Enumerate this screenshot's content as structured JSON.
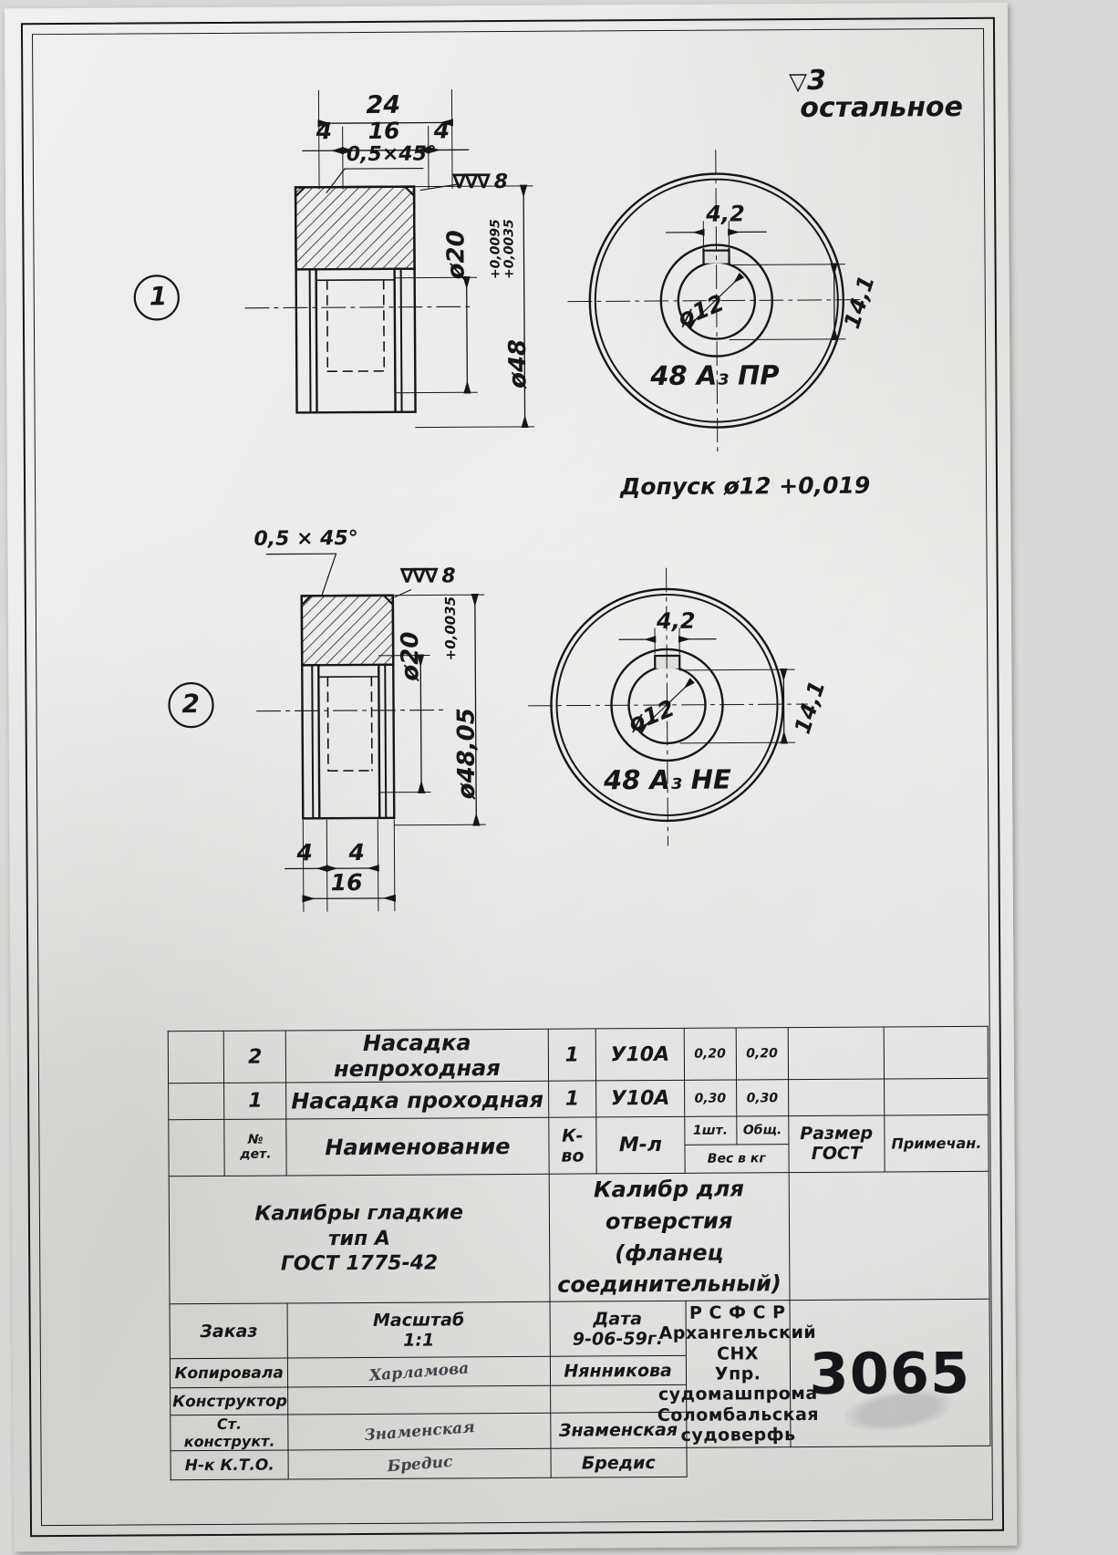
{
  "sheet": {
    "surface_note": "▽3  остальное",
    "surface_symbol": "▽",
    "surface_grade": "3",
    "surface_word": "остальное"
  },
  "views": [
    {
      "id": "view-1",
      "balloon": "1",
      "section_dims": {
        "total_length": "24",
        "left_step": "4",
        "middle": "16",
        "right_step": "4",
        "chamfer": "0,5×45°",
        "finish_mark": "∇∇∇ 8",
        "bore": "ø20",
        "outer": "ø48",
        "outer_tol_upper": "+0,0095",
        "outer_tol_lower": "+0,0035"
      },
      "front_dims": {
        "slot_width": "4,2",
        "inner_bore": "ø12",
        "key_depth": "14,1",
        "gauge_label": "48 А₃ ПР"
      }
    },
    {
      "id": "view-2",
      "balloon": "2",
      "section_dims": {
        "chamfer": "0,5 × 45°",
        "finish_mark": "∇∇∇ 8",
        "bore": "ø20",
        "outer": "ø48,05",
        "outer_tol": "+0,0035",
        "left_step": "4",
        "right_step": "4",
        "middle": "16"
      },
      "front_dims": {
        "slot_width": "4,2",
        "inner_bore": "ø12",
        "key_depth": "14,1",
        "gauge_label": "48 А₃ НЕ"
      }
    }
  ],
  "notes": {
    "tolerance_note": "Допуск ø12 +0,019"
  },
  "title_block": {
    "parts_rows": [
      {
        "pos": "2",
        "name": "Насадка непроходная",
        "qty": "1",
        "material": "У10А",
        "weight_one": "0,20",
        "weight_total": "0,20",
        "size_gost": "",
        "remark": ""
      },
      {
        "pos": "1",
        "name": "Насадка  проходная",
        "qty": "1",
        "material": "У10А",
        "weight_one": "0,30",
        "weight_total": "0,30",
        "size_gost": "",
        "remark": ""
      }
    ],
    "headers": {
      "pos": "№\nдет.",
      "name": "Наименование",
      "qty": "К-во",
      "material": "М-л",
      "weight_one": "1шт.",
      "weight_total": "Общ.",
      "weight_units": "Вес в кг",
      "size_gost": "Размер\nГОСТ",
      "remark": "Примечан."
    },
    "standard_block": "Калибры гладкие\nтип А\nГОСТ 1775-42",
    "object_title": "Калибр для отверстия\n(фланец соединительный)",
    "order_label": "Заказ",
    "order_value": "",
    "scale_label": "Масштаб",
    "scale_value": "1:1",
    "date_label": "Дата",
    "date_value": "9-06-59г.",
    "org_lines": [
      "Р С Ф С Р",
      "Архангельский СНХ",
      "Упр. судомашпрома",
      "Соломбальская",
      "судоверфь"
    ],
    "drawing_number": "3065",
    "roles": [
      {
        "role": "Копировала",
        "signature": "Харламова",
        "name": "Нянникова"
      },
      {
        "role": "Конструктор",
        "signature": "",
        "name": ""
      },
      {
        "role": "Ст. конструкт.",
        "signature": "Знаменская",
        "name": "Знаменская"
      },
      {
        "role": "Н-к К.Т.О.",
        "signature": "Бредис",
        "name": "Бредис"
      }
    ]
  },
  "colors": {
    "ink": "#14161a",
    "paper": "#dedddb",
    "background": "#d8d8d6"
  }
}
